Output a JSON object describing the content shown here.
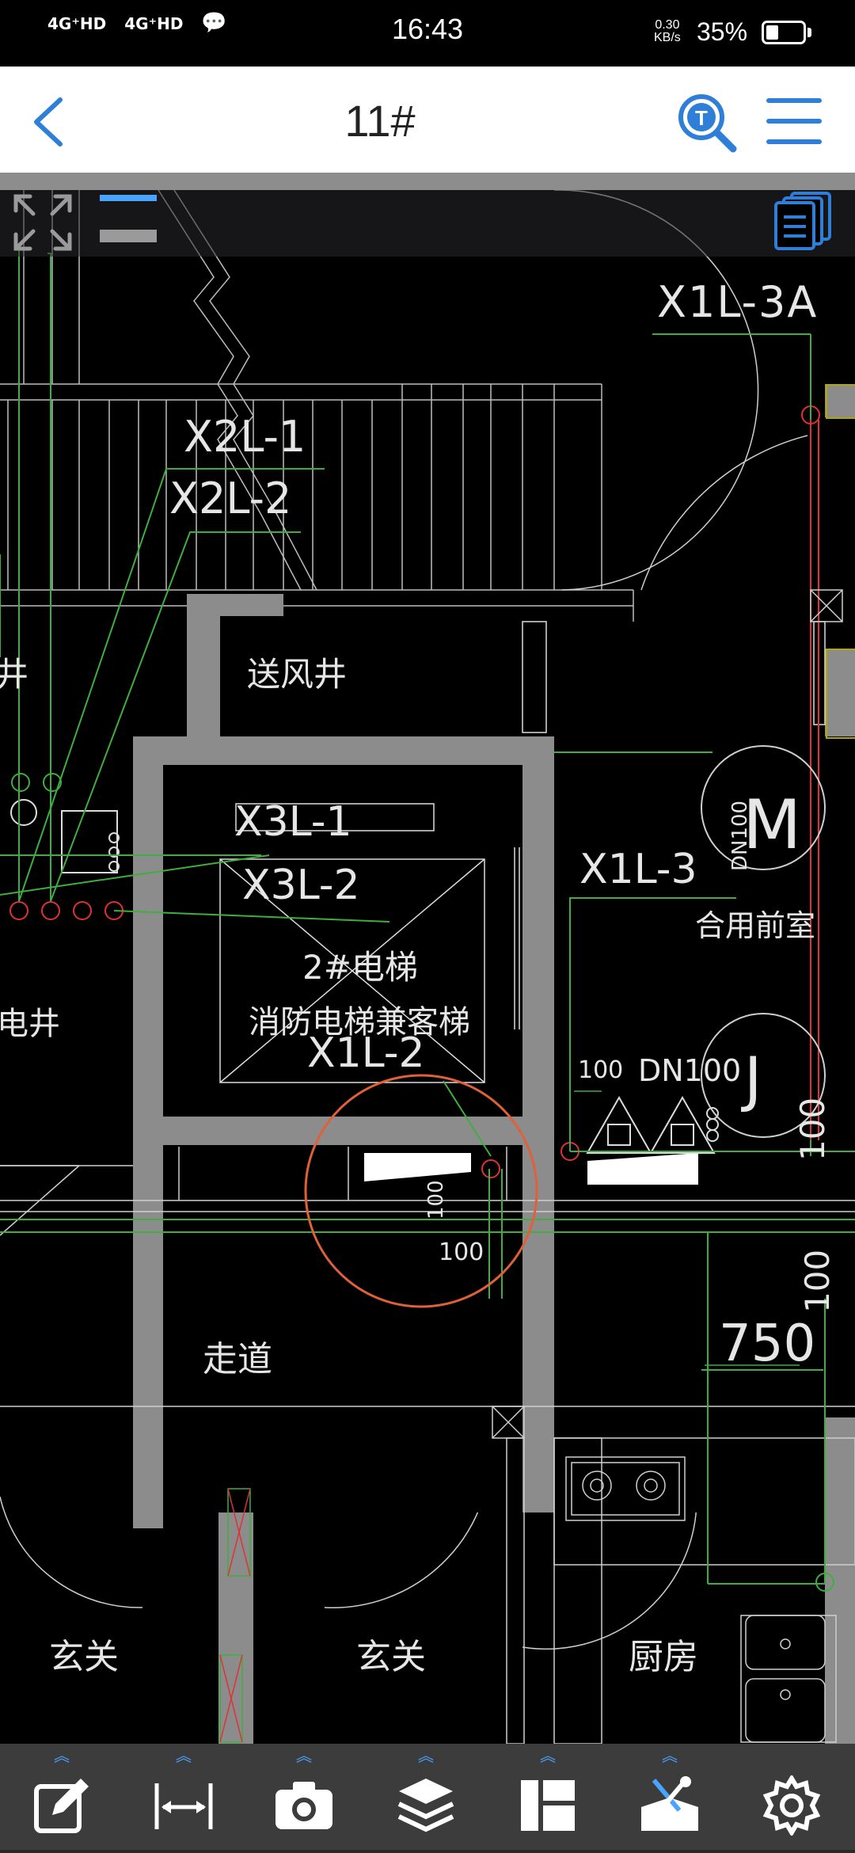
{
  "status_bar": {
    "signal_1": "4G⁺HD",
    "signal_2": "4G⁺HD",
    "time": "16:43",
    "net_speed_value": "0.30",
    "net_speed_unit": "KB/s",
    "battery_percent": "35%",
    "battery_level": 0.35
  },
  "header": {
    "title": "11#"
  },
  "drawing": {
    "labels": {
      "x1l3a": "X1L-3A",
      "x2l1": "X2L-1",
      "x2l2": "X2L-2",
      "air_shaft": "送风井",
      "shaft_left": "井",
      "x3l1": "X3L-1",
      "x3l2": "X3L-2",
      "x1l3": "X1L-3",
      "shared_front_room": "合用前室",
      "dn100_vertical": "DN100",
      "elevator_no": "2#电梯",
      "fire_elevator": "消防电梯兼客梯",
      "x1l2": "X1L-2",
      "elec_shaft": "电井",
      "dim_100_a": "100",
      "dn100": "DN100",
      "dim_100_b": "100",
      "dim_100_c": "100",
      "dim_100_d": "100",
      "dim_100_e": "100",
      "dim_750": "750",
      "corridor": "走道",
      "entrance_1": "玄关",
      "entrance_2": "玄关",
      "kitchen": "厨房",
      "m_symbol": "M",
      "j_symbol": "J"
    }
  },
  "toolbar": {
    "items": [
      {
        "name": "annotate-tool",
        "icon": "edit-icon"
      },
      {
        "name": "measure-tool",
        "icon": "measure-icon"
      },
      {
        "name": "camera-tool",
        "icon": "camera-icon"
      },
      {
        "name": "layers-tool",
        "icon": "layers-icon"
      },
      {
        "name": "layout-tool",
        "icon": "layout-icon"
      },
      {
        "name": "tools-tool",
        "icon": "toolbox-icon"
      },
      {
        "name": "settings-tool",
        "icon": "gear-icon"
      }
    ]
  },
  "colors": {
    "accent": "#2f7fd8",
    "drawing_gray": "#8c8c8c",
    "pipe_green": "#3fae3f",
    "highlight_orange": "#e0603a",
    "toolbar_bg": "#3c3c3c"
  }
}
